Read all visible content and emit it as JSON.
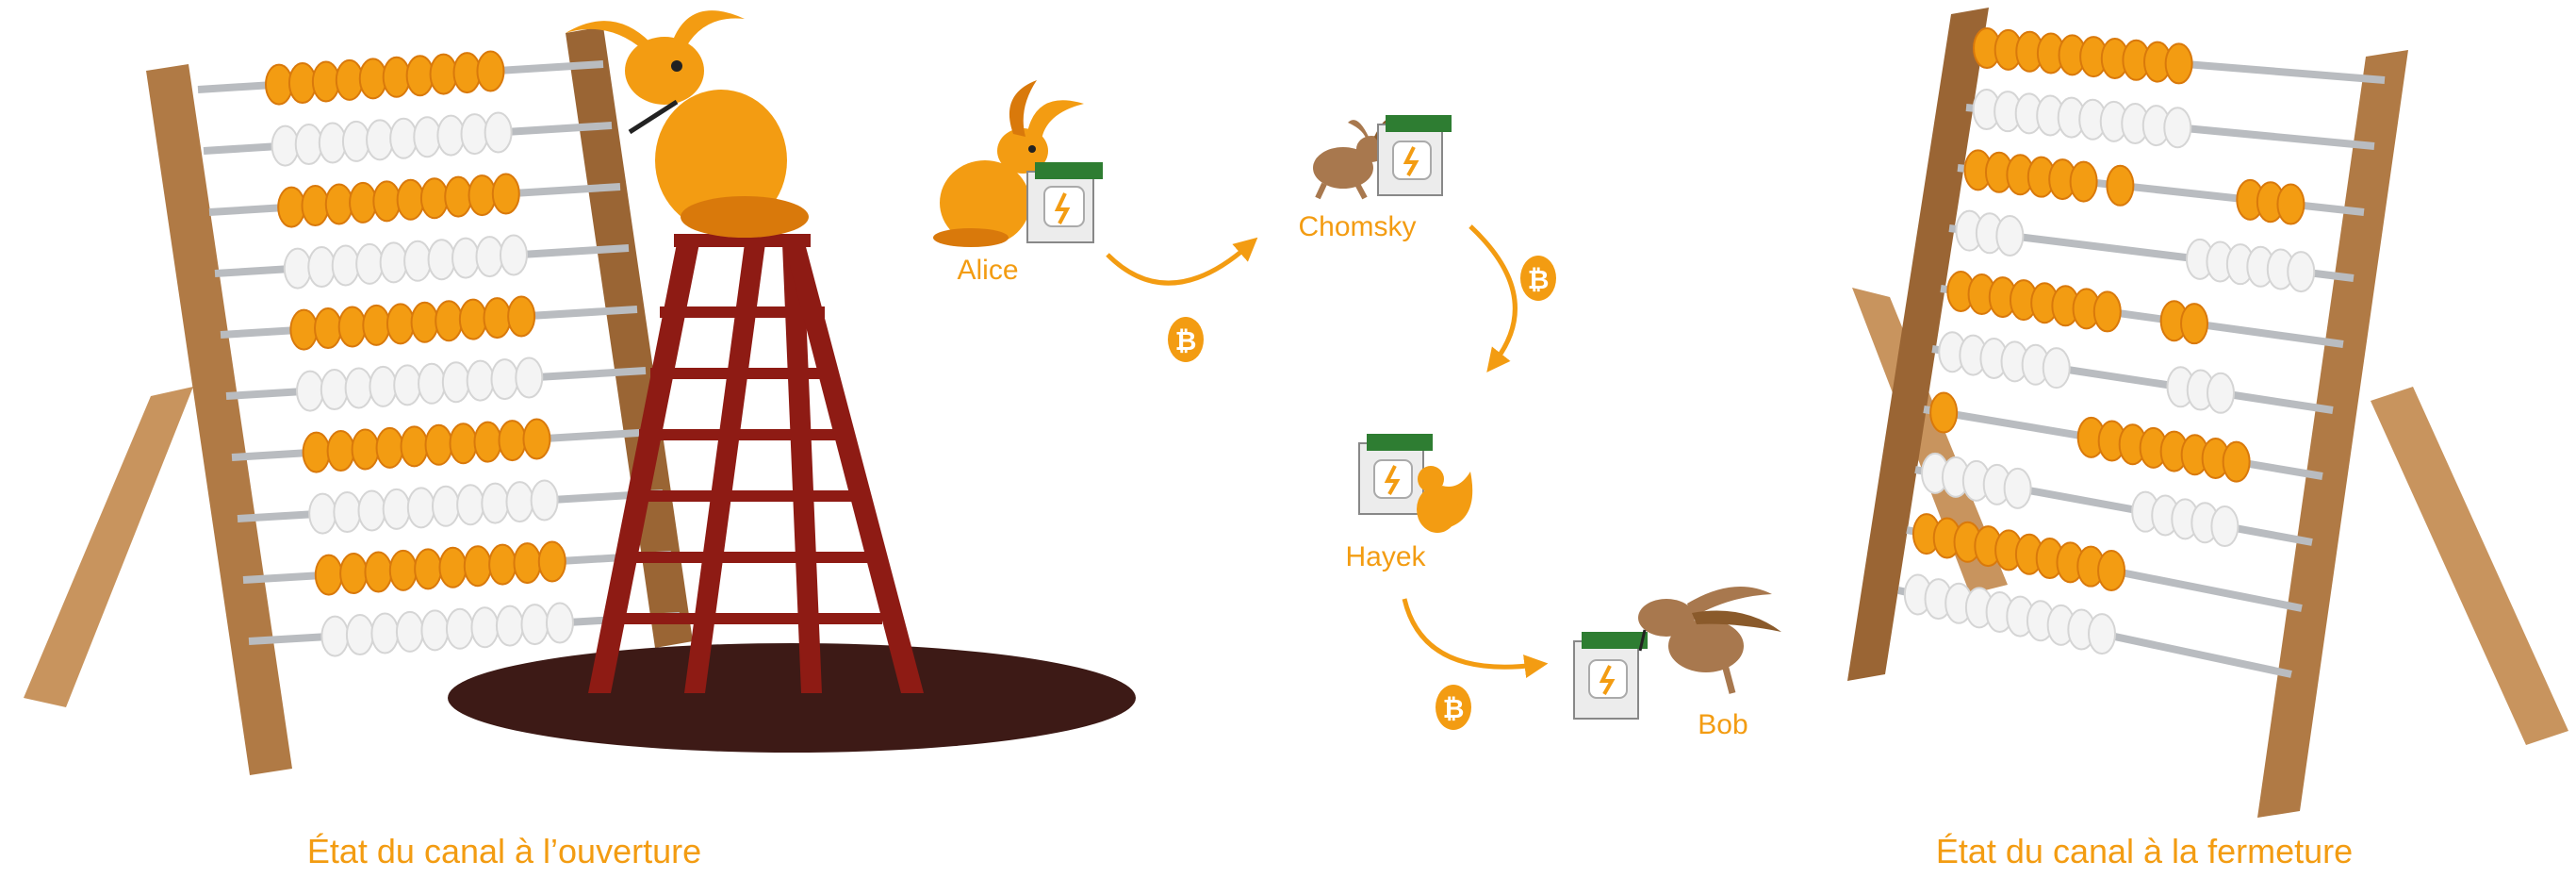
{
  "labels": {
    "alice": "Alice",
    "chomsky": "Chomsky",
    "hayek": "Hayek",
    "bob": "Bob",
    "opening_caption": "État du canal à l’ouverture",
    "closing_caption": "État du canal à la fermeture"
  },
  "icons": {
    "bitcoin": "₿",
    "node": "lightning-node-box",
    "rabbit": "rabbit",
    "squirrel": "squirrel",
    "abacus": "abacus",
    "ladder": "ladder"
  },
  "colors": {
    "orange": "#f39c12",
    "orange_dark": "#d9790b",
    "wood": "#b07a45",
    "wood_dark": "#8a5a2b",
    "ladder_red": "#8e1b14",
    "shadow": "#3d1a16",
    "rod": "#b9bcc0",
    "bead_white": "#f4f4f4",
    "rabbit_brown": "#a8784e"
  }
}
